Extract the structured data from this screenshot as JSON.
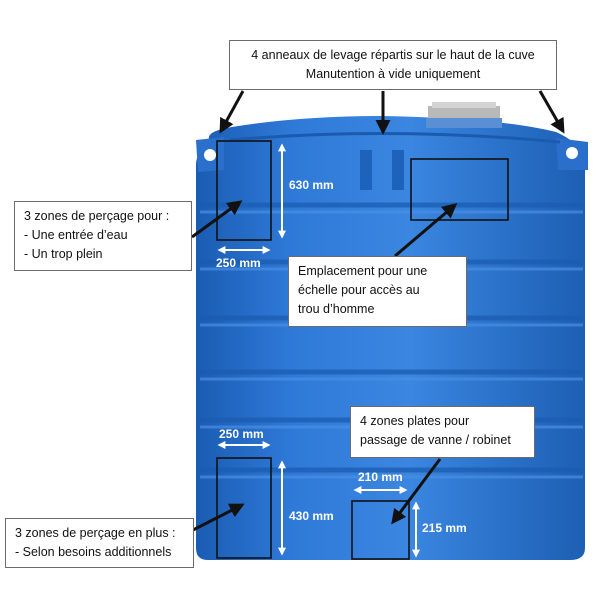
{
  "colors": {
    "tank_main": "#2a73d1",
    "tank_dark": "#1858ad",
    "tank_light": "#4f93e3",
    "outline_box": "#111111",
    "dimension_arrow": "#ffffff",
    "pointer_arrow": "#111111",
    "cap_gray": "#b9b9b9"
  },
  "callouts": {
    "top": {
      "line1": "4 anneaux de levage répartis sur le haut de la cuve",
      "line2": "Manutention à vide uniquement"
    },
    "left_upper": {
      "line1": "3 zones de perçage pour :",
      "line2": "- Une entrée d’eau",
      "line3": "- Un trop plein"
    },
    "ladder": {
      "line1": "Emplacement pour une",
      "line2": "échelle pour accès au",
      "line3": "trou d’homme"
    },
    "flat_zones": {
      "line1": "4 zones plates pour",
      "line2": "passage de vanne / robinet"
    },
    "left_lower": {
      "line1": "3 zones de perçage en plus :",
      "line2": "- Selon besoins additionnels"
    }
  },
  "dimensions": {
    "upper_height": "630 mm",
    "upper_width": "250 mm",
    "lower_width": "250 mm",
    "lower_height": "430 mm",
    "flat_width": "210 mm",
    "flat_height": "215 mm"
  }
}
